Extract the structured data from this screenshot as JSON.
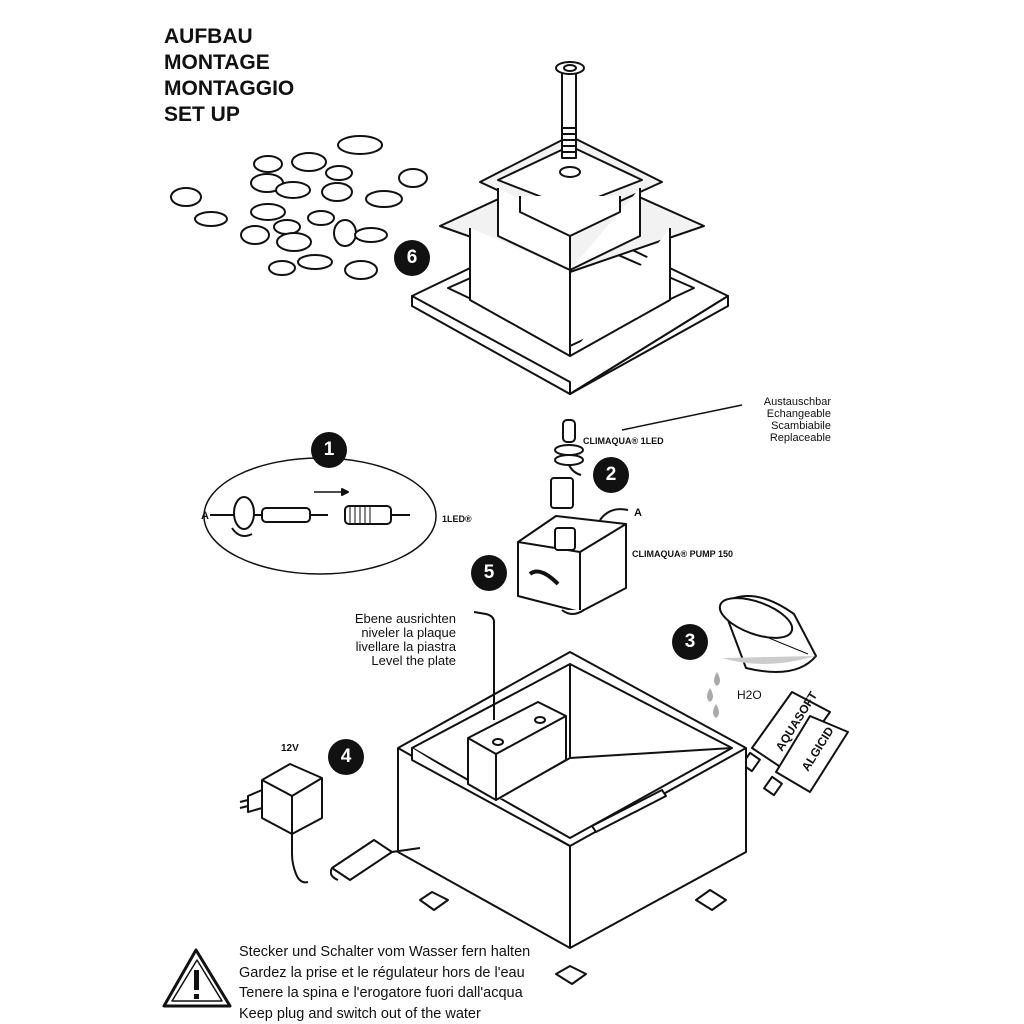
{
  "title_lines": [
    "AUFBAU",
    "MONTAGE",
    "MONTAGGIO",
    "SET UP"
  ],
  "steps": [
    "1",
    "2",
    "3",
    "4",
    "5",
    "6"
  ],
  "replaceable": [
    "Austauschbar",
    "Echangeable",
    "Scambiabile",
    "Replaceable"
  ],
  "led_name": "CLIMAQUA® 1LED",
  "pump_name": "CLIMAQUA® PUMP 150",
  "connector_label_a": "A",
  "connector_label_b": "A",
  "led_short": "1LED®",
  "level_plate": [
    "Ebene ausrichten",
    "niveler la plaque",
    "livellare la piastra",
    "Level the plate"
  ],
  "voltage": "12V",
  "water_formula": "H2O",
  "bottle1": "AQUASOFT",
  "bottle2": "ALGICID",
  "warning_lines": [
    "Stecker und Schalter vom Wasser fern halten",
    "Gardez la prise et le régulateur hors de l'eau",
    "Tenere la spina e l'erogatore fuori dall'acqua",
    "Keep plug and switch out of the water"
  ],
  "icons": [
    "warning-triangle-icon",
    "power-adapter-icon",
    "switch-icon",
    "pump-icon",
    "led-icon",
    "stones-icon",
    "measuring-cup-icon",
    "bottle-icon"
  ]
}
